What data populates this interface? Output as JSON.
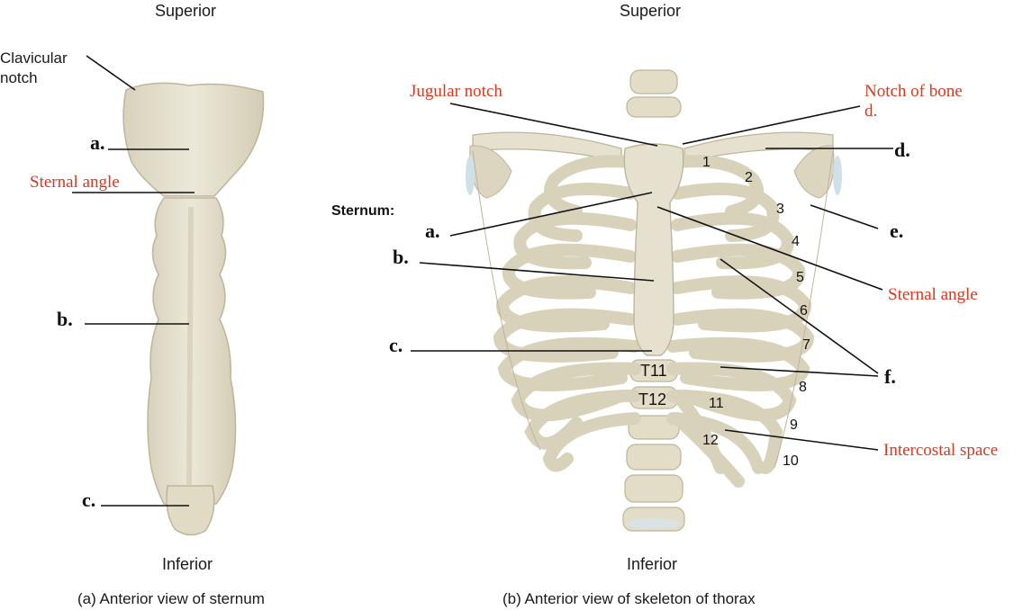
{
  "panel_a": {
    "superior": "Superior",
    "inferior": "Inferior",
    "caption": "(a) Anterior view of sternum",
    "clavicular_notch": "Clavicular\nnotch",
    "label_a": "a.",
    "label_b": "b.",
    "label_c": "c.",
    "sternal_angle": "Sternal angle"
  },
  "panel_b": {
    "superior": "Superior",
    "inferior": "Inferior",
    "caption": "(b) Anterior view of skeleton of thorax",
    "jugular_notch": "Jugular notch",
    "notch_of_bone": "Notch of bone",
    "notch_of_bone_d": "d.",
    "sternum": "Sternum:",
    "label_a": "a.",
    "label_b": "b.",
    "label_c": "c.",
    "label_d": "d.",
    "label_e": "e.",
    "label_f": "f.",
    "sternal_angle": "Sternal angle",
    "intercostal_space": "Intercostal space",
    "vertebra_t11": "T11",
    "vertebra_t12": "T12",
    "rib_numbers": [
      "1",
      "2",
      "3",
      "4",
      "5",
      "6",
      "7",
      "8",
      "9",
      "10",
      "11",
      "12"
    ]
  },
  "colors": {
    "bone": "#e6e1cf",
    "bone_shadow": "#cfc8b0",
    "bone_outline": "#b9b29a",
    "red_label": "#d9381e",
    "cartilage": "#c9d3d8"
  }
}
